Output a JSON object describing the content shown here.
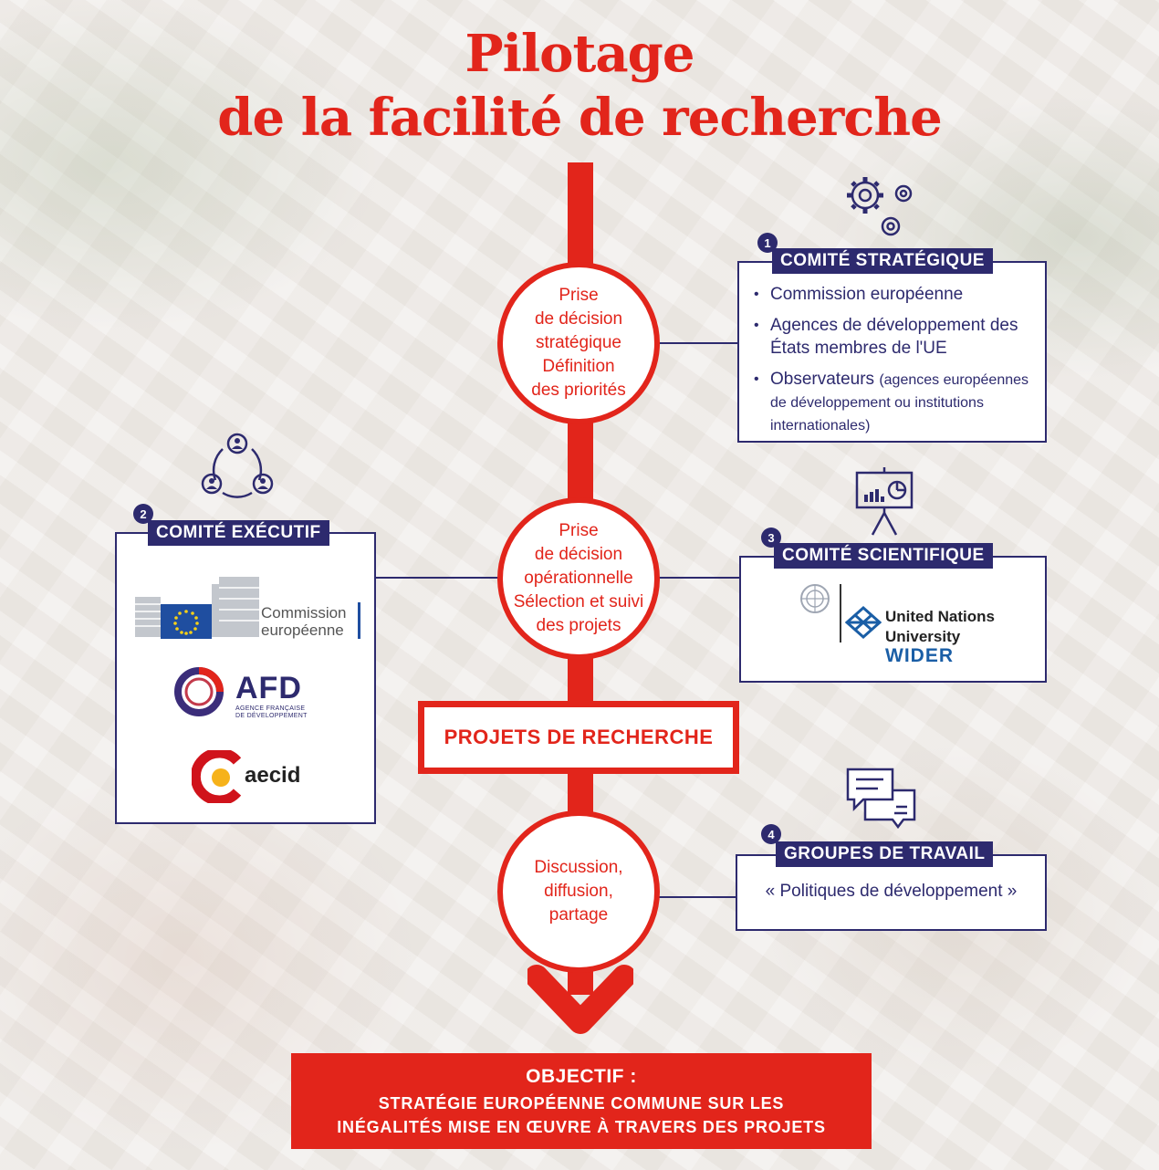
{
  "title": {
    "line1": "Pilotage",
    "line2": "de la facilité de recherche"
  },
  "flow": {
    "step1": "Prise\nde décision\nstratégique\nDéfinition\ndes priorités",
    "step2": "Prise\nde décision\nopérationnelle\nSélection et suivi\ndes projets",
    "projets": "PROJETS DE RECHERCHE",
    "step3": "Discussion,\ndiffusion,\npartage"
  },
  "objectif": {
    "label": "OBJECTIF :",
    "line1": "STRATÉGIE EUROPÉENNE COMMUNE SUR LES",
    "line2": "INÉGALITÉS MISE EN ŒUVRE À TRAVERS DES PROJETS"
  },
  "comite_strategique": {
    "number": "1",
    "title": "COMITÉ STRATÉGIQUE",
    "items": [
      "Commission européenne",
      "Agences de développement des États membres de l'UE"
    ],
    "observateurs_label": "Observateurs",
    "observateurs_note": "(agences européennes de développement ou institutions internationales)",
    "icon": "gears-icon"
  },
  "comite_executif": {
    "number": "2",
    "title": "COMITÉ EXÉCUTIF",
    "icon": "network-people-icon",
    "logos": {
      "ec_line1": "Commission",
      "ec_line2": "européenne",
      "afd": "AFD",
      "afd_sub1": "AGENCE FRANÇAISE",
      "afd_sub2": "DE DÉVELOPPEMENT",
      "aecid": "aecid"
    }
  },
  "comite_scientifique": {
    "number": "3",
    "title": "COMITÉ SCIENTIFIQUE",
    "icon": "presentation-board-icon",
    "logos": {
      "un_line1": "United Nations",
      "un_line2": "University",
      "un_line3": "WIDER"
    }
  },
  "groupes_de_travail": {
    "number": "4",
    "title": "GROUPES DE TRAVAIL",
    "text": "« Politiques de développement »",
    "icon": "chat-bubbles-icon"
  },
  "colors": {
    "accent_red": "#e2251b",
    "navy": "#2d2a6e"
  }
}
